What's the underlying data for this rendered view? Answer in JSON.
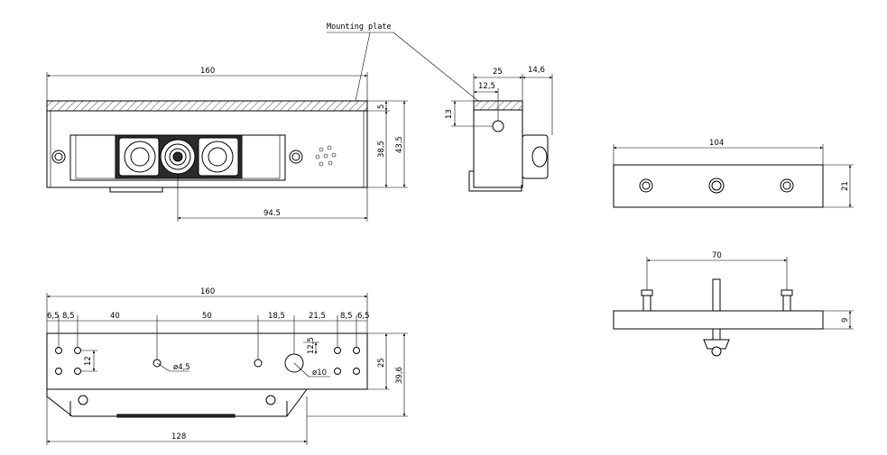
{
  "callout": {
    "mounting_plate": "Mounting plate"
  },
  "front_view": {
    "width": "160",
    "plate": "5",
    "height_body": "38,5",
    "height_total": "43,5",
    "offset": "94.5"
  },
  "side_view": {
    "width": "25",
    "extra": "14,6",
    "hole_x": "12,5",
    "hole_y": "13"
  },
  "top_view": {
    "total": "160",
    "d1": "6,5",
    "d2": "8,5",
    "d3": "40",
    "d4": "50",
    "d5": "18,5",
    "d6": "21,5",
    "d7": "8,5",
    "d8": "6,5",
    "v12": "12",
    "v12_5": "12,5",
    "h25": "25",
    "h39_6": "39,6",
    "dia_small": "ø4,5",
    "dia_large": "ø10",
    "bottom": "128"
  },
  "plate_top": {
    "width": "104",
    "height": "21"
  },
  "plate_side": {
    "pins": "70",
    "thickness": "9"
  }
}
